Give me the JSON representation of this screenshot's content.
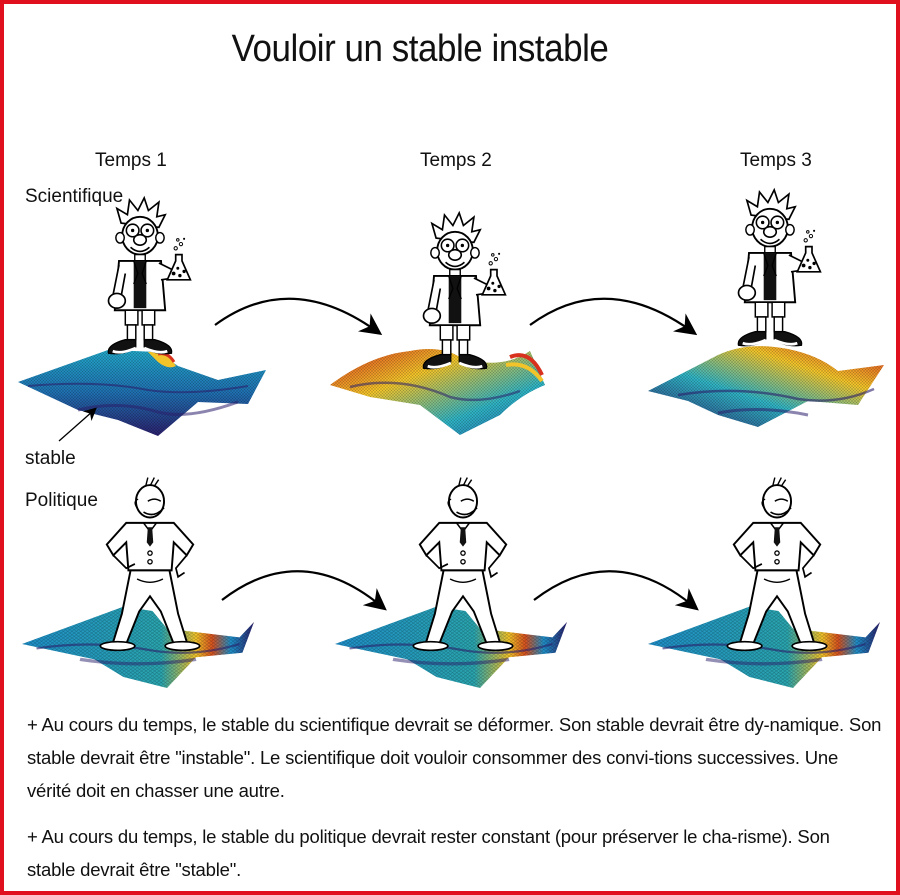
{
  "title": "Vouloir un stable instable",
  "columns": [
    {
      "label": "Temps 1"
    },
    {
      "label": "Temps 2"
    },
    {
      "label": "Temps 3"
    }
  ],
  "rows": [
    {
      "label": "Scientifique",
      "surface": "changing",
      "figure": "scientist-icon"
    },
    {
      "label": "Politique",
      "surface": "constant",
      "figure": "politician-icon"
    }
  ],
  "annotation": {
    "label": "stable"
  },
  "colors": {
    "border": "#e0101e",
    "surface_low": "#2a1f6b",
    "surface_mid": "#1f8fc9",
    "surface_high": "#f2c42a",
    "surface_peak": "#d8321f"
  },
  "paragraphs": [
    {
      "text": "+ Au  cours du temps, le stable du scientifique devrait se déformer. Son stable devrait être dy-namique. Son stable devrait être \"instable\". Le scientifique doit vouloir consommer des convi-tions successives. Une vérité doit en chasser une autre."
    },
    {
      "text": "+ Au cours  du temps, le stable du politique devrait rester constant (pour préserver le cha-risme). Son stable devrait être \"stable\"."
    }
  ]
}
